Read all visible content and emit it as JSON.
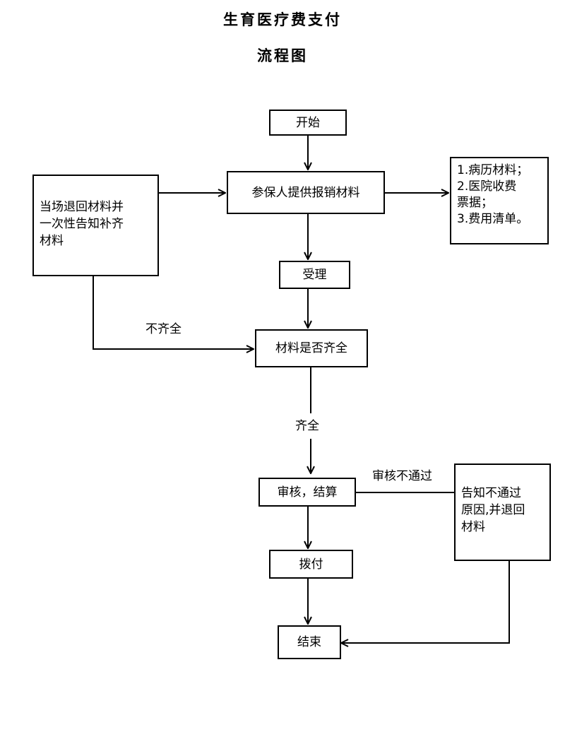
{
  "title": {
    "line1": "生育医疗费支付",
    "line2": "流程图"
  },
  "nodes": {
    "start": "开始",
    "submit": "参保人提供报销材料",
    "accept": "受理",
    "check": "材料是否齐全",
    "review": "审核，结算",
    "pay": "拨付",
    "end": "结束",
    "return_incomplete": [
      "当场退回材料并",
      "一次性告知补齐",
      "材料"
    ],
    "materials_list": [
      "1.病历材料；",
      "2.医院收费",
      "票据；",
      "3.费用清单。"
    ],
    "notify_reject": [
      "告知不通过",
      "原因,并退回",
      "材料"
    ]
  },
  "edge_labels": {
    "incomplete": "不齐全",
    "complete": "齐全",
    "rejected": "审核不通过"
  }
}
